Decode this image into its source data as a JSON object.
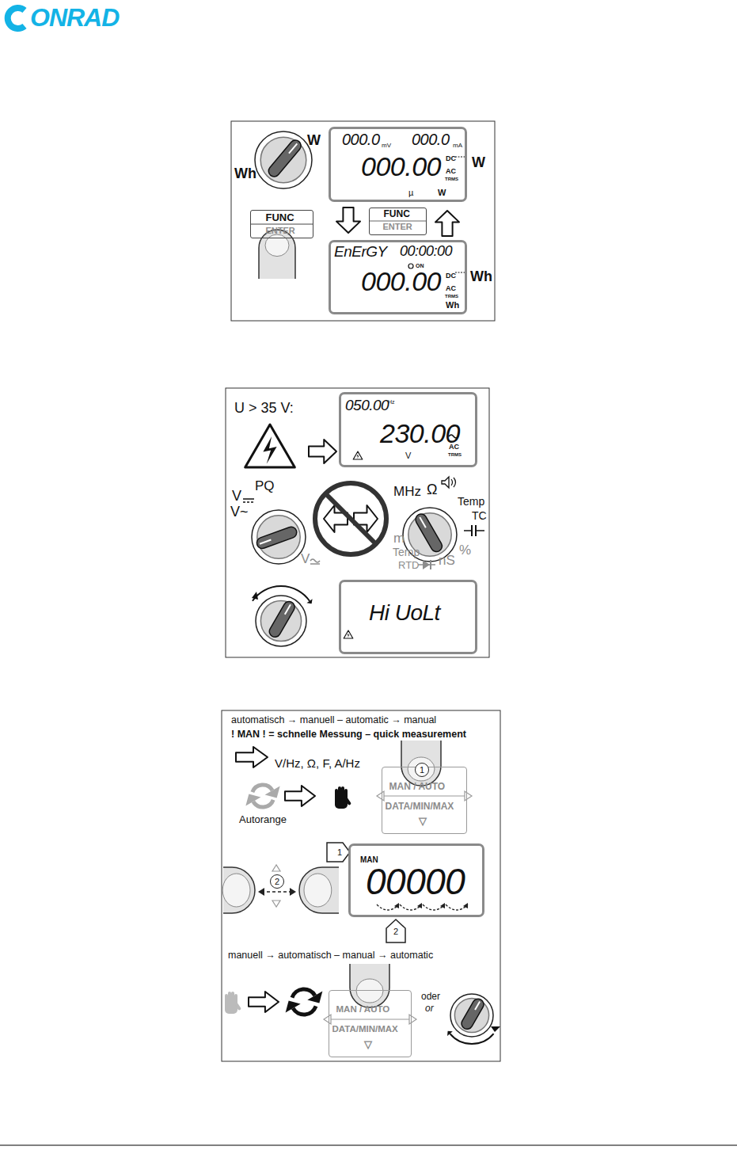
{
  "diagram": {
    "nodes": [
      {
        "text": [
          "000.0",
          "mV",
          "000.0",
          "mA",
          "000.00",
          "DC",
          "AC",
          "TRMS",
          "µ",
          "W"
        ]
      },
      {
        "text": [
          "FUNC",
          "ENTER"
        ]
      },
      {
        "text": [
          "FUNC",
          "ENTER"
        ]
      },
      {
        "text": [
          "EnErGY",
          "00:00:00",
          "ON",
          "000.00",
          "DC",
          "AC",
          "TRMS",
          "Wh"
        ]
      },
      {
        "text": [
          "050.00",
          "Hz",
          "230.00",
          "V",
          "AC",
          "TRMS"
        ]
      },
      {
        "text": [
          "Hi UoLt"
        ]
      },
      {
        "text": [
          "MAN / AUTO",
          "DATA/MIN/MAX",
          "▽"
        ]
      },
      {
        "text": [
          "MAN",
          "00000"
        ]
      },
      {
        "text": [
          "MAN / AUTO",
          "DATA/MIN/MAX",
          "▽"
        ]
      }
    ],
    "labels": [
      "ONRAD",
      "W",
      "Wh",
      "W",
      "Wh",
      "U > 35 V:",
      "V",
      "PQ",
      "V~",
      "V",
      "MHz",
      "Ω",
      "Temp",
      "TC",
      "m",
      "Temp",
      "RTD",
      "nS",
      "%",
      "automatisch → manuell – automatic → manual",
      "! MAN ! = schnelle Messung – quick measurement",
      "V/Hz, Ω, F, A/Hz",
      "Autorange",
      "1",
      "1",
      "2",
      "2",
      "manuell → automatisch – manual → automatic",
      "oder",
      "or"
    ]
  }
}
